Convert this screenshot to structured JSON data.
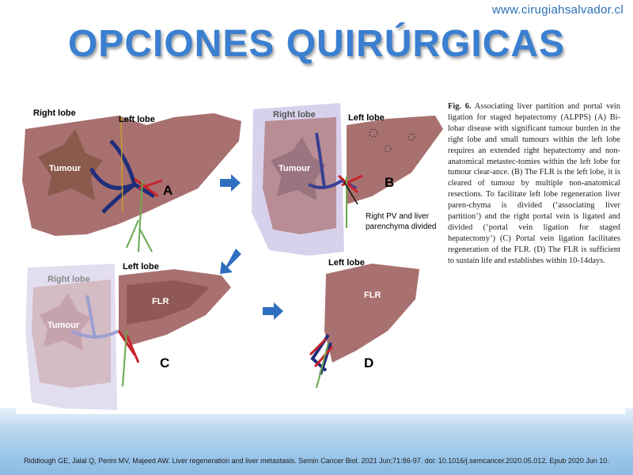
{
  "header": {
    "url": "www.cirugiahsalvador.cl",
    "title": "OPCIONES QUIRÚRGICAS"
  },
  "figure": {
    "labels": {
      "right_lobe": "Right lobe",
      "left_lobe": "Left lobe",
      "tumour": "Tumour",
      "flr": "FLR",
      "panel_a": "A",
      "panel_b": "B",
      "panel_c": "C",
      "panel_d": "D",
      "annotation_line1": "Right PV and liver",
      "annotation_line2": "parenchyma divided"
    },
    "caption_label": "Fig. 6.",
    "caption_text": " Associating liver partition and portal vein ligation for staged hepatectomy (ALPPS) (A) Bi-lobar disease with significant tumour burden in the right lobe and small tumours within the left lobe requires an extended right hepatectomy and non-anatomical metastec-tomies within the left lobe for tumour clear-ance. (B) The FLR is the left lobe, it is cleared of tumour by multiple non-anatomical resections. To facilitate left lobe regeneration liver paren-chyma is divided (‘associating liver partition’) and the right portal vein is ligated and divided (‘portal vein ligation for staged hepatectomy’) (C) Portal vein ligation facilitates regeneration of the FLR. (D) The FLR is sufficient to sustain life and establishes within 10-14days."
  },
  "footer": {
    "reference": "Riddiough GE, Jalal Q, Perini MV, Majeed AW. Liver regeneration and liver metastasis. Semin Cancer Biol. 2021 Jun;71:86-97. doi: 10.1016/j.semcancer.2020.05.012. Epub 2020 Jun 10."
  },
  "colors": {
    "title": "#3a7fd0",
    "liver": "#a8706f",
    "liver_dark": "#8f5856",
    "ghost": "#cfc8e6",
    "arrow": "#2f6fbf",
    "vein_blue": "#1f2d7a",
    "artery_red": "#c8232b"
  }
}
